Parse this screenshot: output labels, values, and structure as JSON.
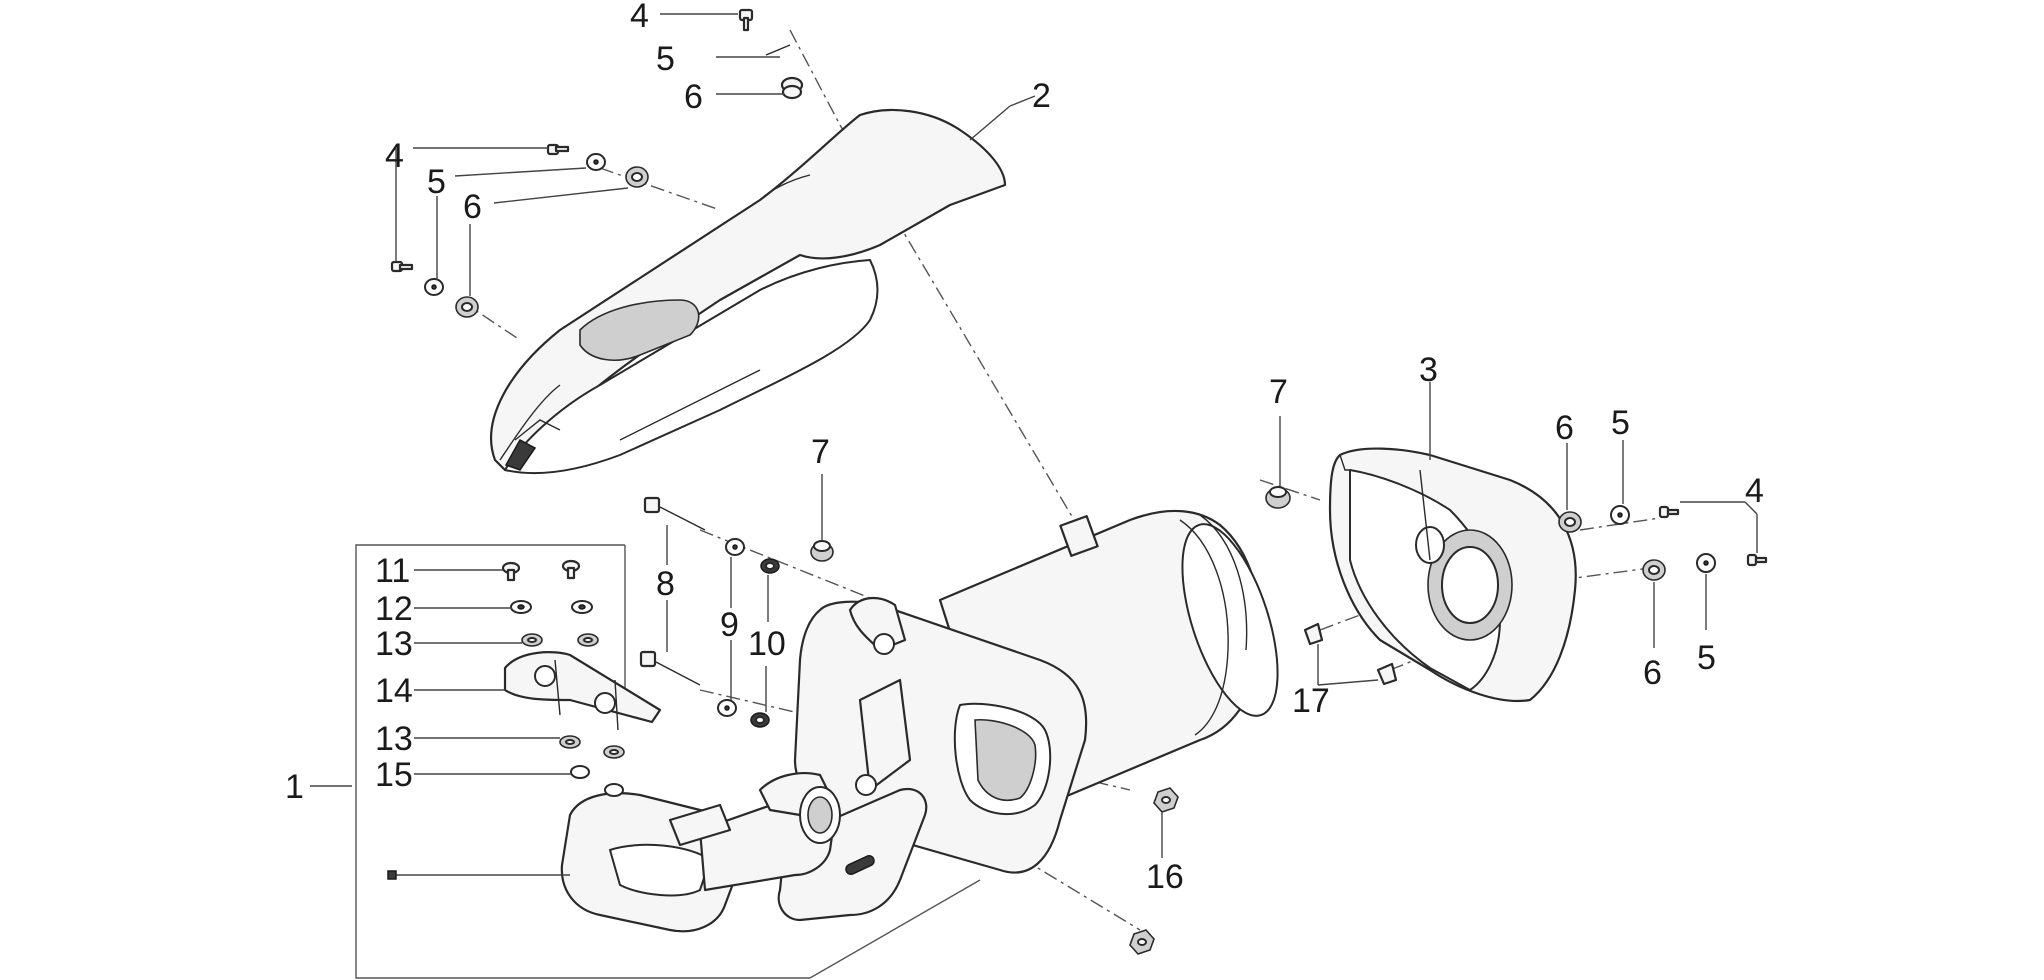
{
  "callouts": {
    "c1": "1",
    "c2": "2",
    "c3": "3",
    "c4_top": "4",
    "c5_top": "5",
    "c6_top": "6",
    "c4_left": "4",
    "c5_left": "5",
    "c6_left": "6",
    "c7_mid": "7",
    "c7_right": "7",
    "c8": "8",
    "c9": "9",
    "c10": "10",
    "c11": "11",
    "c12": "12",
    "c13_upper": "13",
    "c14": "14",
    "c13_lower": "13",
    "c15": "15",
    "c16": "16",
    "c17": "17",
    "c6_right_upper": "6",
    "c5_right_upper": "5",
    "c4_right": "4",
    "c6_right_lower": "6",
    "c5_right_lower": "5"
  }
}
